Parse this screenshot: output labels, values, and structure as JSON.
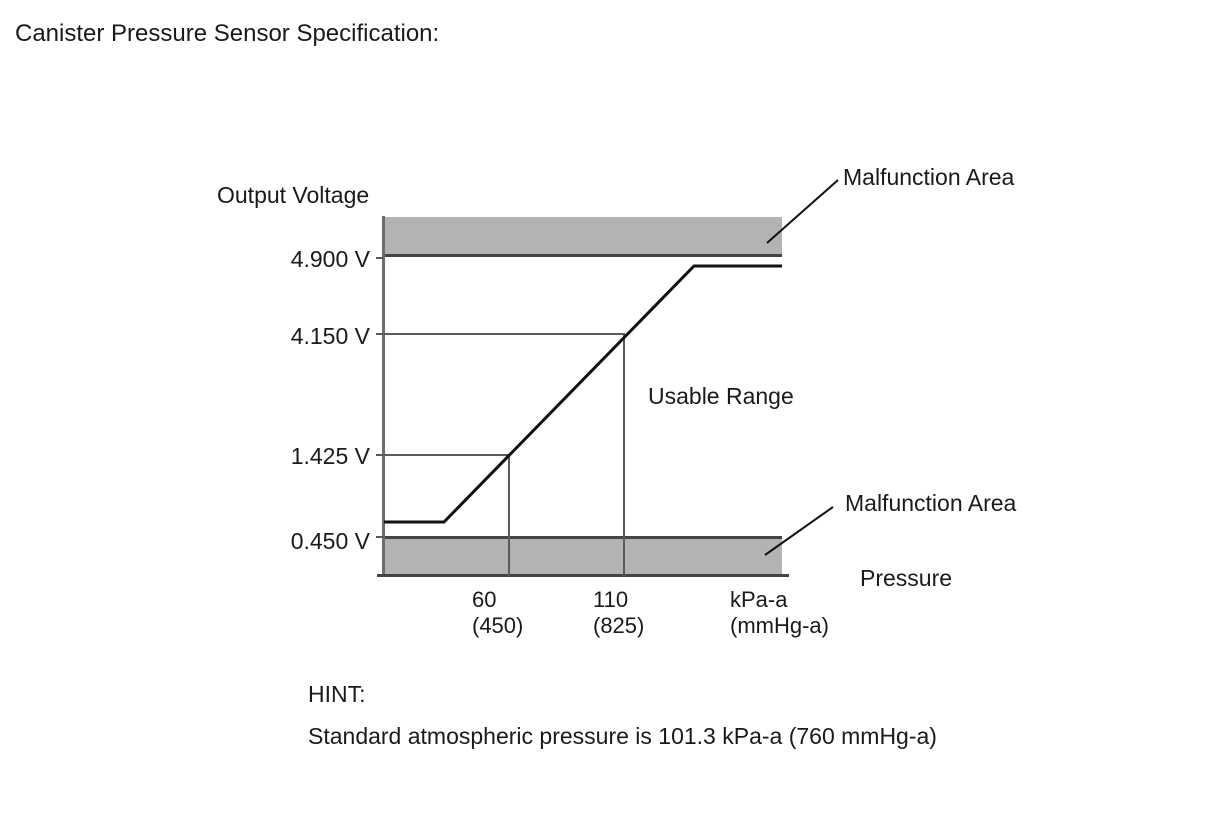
{
  "title": "Canister Pressure Sensor Specification:",
  "colors": {
    "band_gray": "#b3b3b3",
    "line_dark": "#444444",
    "axis_gray": "#6e6e6e",
    "ref_line": "#5a5a5a",
    "curve_black": "#111111",
    "text": "#1a1a1a"
  },
  "chart": {
    "y_axis_title": "Output Voltage",
    "x_axis_title": "Pressure",
    "y_ticks": [
      {
        "label": "4.900 V"
      },
      {
        "label": "4.150 V"
      },
      {
        "label": "1.425 V"
      },
      {
        "label": "0.450 V"
      }
    ],
    "x_ticks": [
      {
        "value": "60",
        "sub": "(450)"
      },
      {
        "value": "110",
        "sub": "(825)"
      },
      {
        "value": "kPa-a",
        "sub": "(mmHg-a)"
      }
    ],
    "annotations": {
      "malfunction_top": "Malfunction Area",
      "malfunction_bottom": "Malfunction Area",
      "usable_range": "Usable Range"
    }
  },
  "hint": {
    "label": "HINT:",
    "text": "Standard atmospheric pressure is 101.3 kPa-a (760 mmHg-a)"
  },
  "chart_data": {
    "type": "line",
    "title": "Canister Pressure Sensor Specification",
    "xlabel": "Pressure, kPa-a (mmHg-a)",
    "ylabel": "Output Voltage (V)",
    "x_tick_values": [
      {
        "kPa_a": 60,
        "mmHg_a": 450
      },
      {
        "kPa_a": 110,
        "mmHg_a": 825
      }
    ],
    "y_tick_values_V": [
      0.45,
      1.425,
      4.15,
      4.9
    ],
    "series": [
      {
        "name": "Sensor output voltage vs pressure",
        "points": [
          {
            "pressure_kPa_a": 60,
            "voltage_V": 1.425
          },
          {
            "pressure_kPa_a": 110,
            "voltage_V": 4.15
          }
        ],
        "shape_note": "flat low plateau slightly above 0.450 V at low pressure, linear rise through (60, 1.425) and (110, 4.150), flat high plateau slightly below 4.900 V at high pressure"
      }
    ],
    "regions": [
      {
        "label": "Malfunction Area",
        "condition": "output voltage above 4.900 V (top shaded band)"
      },
      {
        "label": "Malfunction Area",
        "condition": "output voltage below 0.450 V (bottom shaded band)"
      },
      {
        "label": "Usable Range",
        "condition": "output voltage between 0.450 V and 4.900 V"
      }
    ],
    "legend": false,
    "grid": false,
    "annotation": "Standard atmospheric pressure is 101.3 kPa-a (760 mmHg-a)"
  }
}
